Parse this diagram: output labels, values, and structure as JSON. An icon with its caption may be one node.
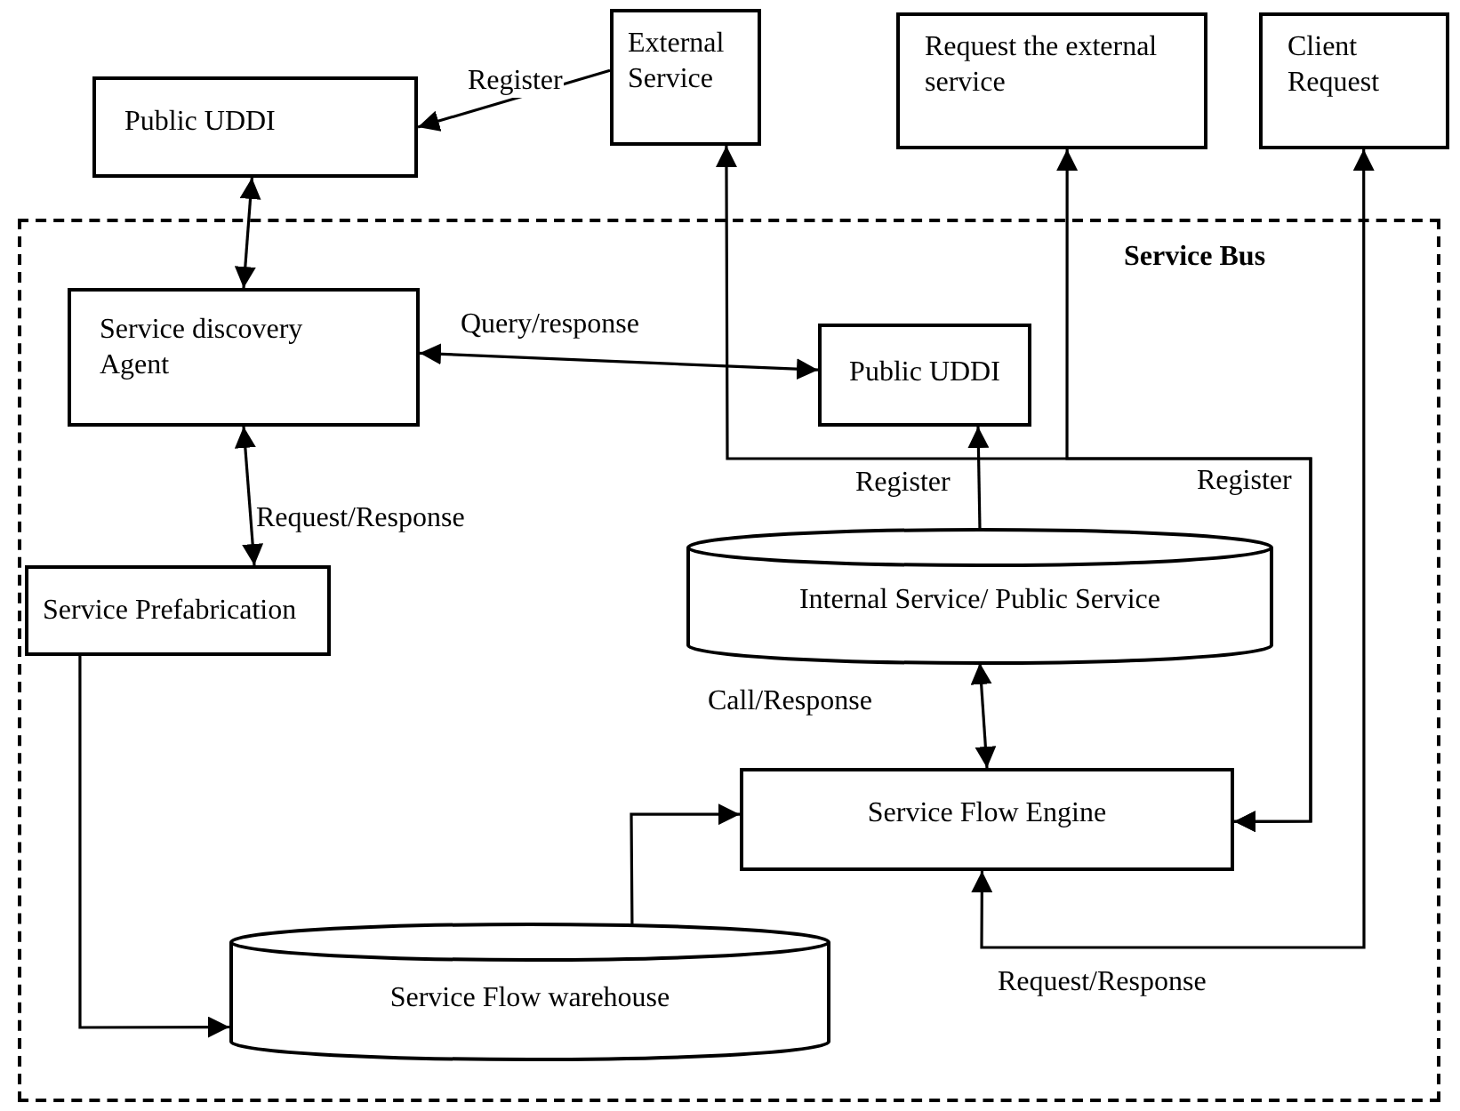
{
  "diagram": {
    "nodes": [
      {
        "text": [
          "Public UDDI"
        ]
      },
      {
        "text": [
          "External Service"
        ]
      },
      {
        "text": [
          "Request the external service"
        ]
      },
      {
        "text": [
          "Client Request"
        ]
      },
      {
        "text": [
          "Service Bus"
        ]
      },
      {
        "text": [
          "Service discovery Agent"
        ],
        "in": 4
      },
      {
        "text": [
          "Public UDDI"
        ],
        "in": 4
      },
      {
        "text": [
          "Internal Service/ Public Service"
        ],
        "in": 4
      },
      {
        "text": [
          "Service Prefabrication"
        ],
        "in": 4
      },
      {
        "text": [
          "Service Flow Engine"
        ],
        "in": 4
      },
      {
        "text": [
          "Service Flow warehouse"
        ],
        "in": 4
      }
    ],
    "edges": [
      {
        "from": 1,
        "to": 0,
        "arrow": "to",
        "label": "Register"
      },
      {
        "from": 0,
        "to": 5,
        "arrow": "both"
      },
      {
        "from": 5,
        "to": 6,
        "arrow": "both",
        "label": "Query/response"
      },
      {
        "from": 5,
        "to": 8,
        "arrow": "both",
        "label": "Request/Response"
      },
      {
        "from": 8,
        "to": 10,
        "arrow": "to"
      },
      {
        "from": 10,
        "to": 9,
        "arrow": "to"
      },
      {
        "from": 7,
        "to": 9,
        "arrow": "both",
        "label": "Call/Response"
      },
      {
        "from": 7,
        "to": 6,
        "arrow": "to",
        "label": "Register"
      },
      {
        "from": 9,
        "to": 1,
        "arrow": "both",
        "label": "Register"
      },
      {
        "from": 9,
        "to": 2,
        "arrow": "both"
      },
      {
        "from": 9,
        "to": 3,
        "arrow": "both",
        "label": "Request/Response"
      }
    ]
  }
}
